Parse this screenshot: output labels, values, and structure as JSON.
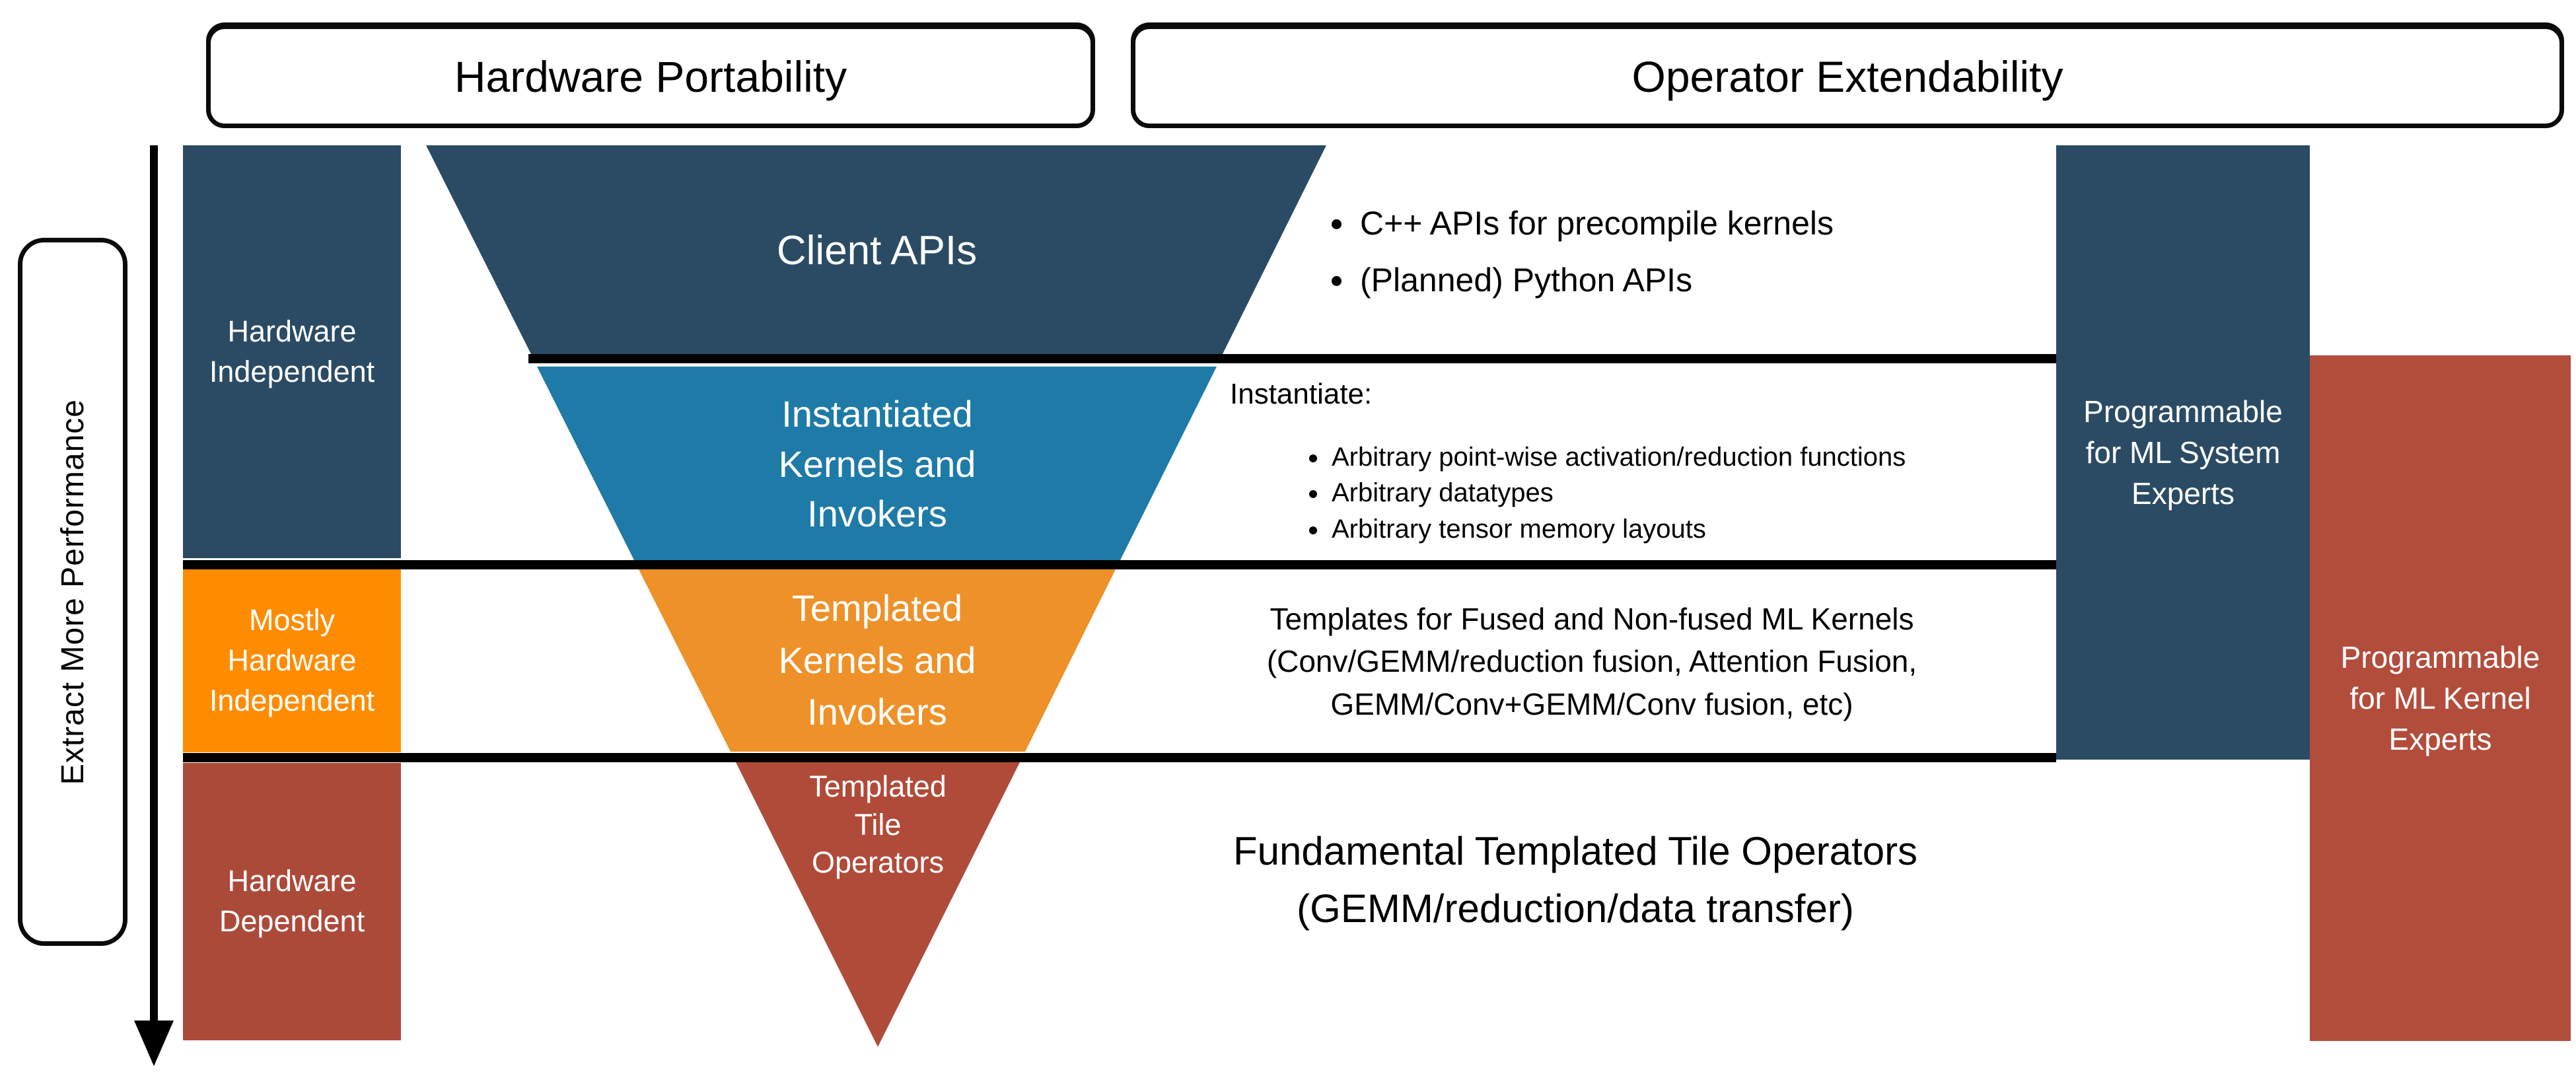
{
  "headers": {
    "portability": "Hardware Portability",
    "extendability": "Operator Extendability"
  },
  "performance_axis": {
    "label": "Extract More Performance"
  },
  "left_column": {
    "hardware_independent": "Hardware\nIndependent",
    "mostly_hardware_independent": "Mostly\nHardware\nIndependent",
    "hardware_dependent": "Hardware\nDependent"
  },
  "funnel": {
    "level1": "Client APIs",
    "level2": "Instantiated\nKernels and\nInvokers",
    "level3": "Templated\nKernels and\nInvokers",
    "level4": "Templated\nTile\nOperators"
  },
  "annotations": {
    "client_api_bullets": [
      "C++ APIs for precompile kernels",
      "(Planned) Python APIs"
    ],
    "instantiate": {
      "heading": "Instantiate:",
      "bullets": [
        "Arbitrary point-wise activation/reduction functions",
        "Arbitrary datatypes",
        "Arbitrary tensor memory layouts"
      ]
    },
    "templates_text": "Templates for Fused and Non-fused ML Kernels\n(Conv/GEMM/reduction fusion, Attention Fusion,\nGEMM/Conv+GEMM/Conv fusion, etc)",
    "fundamental_text": "Fundamental Templated Tile Operators\n(GEMM/reduction/data transfer)"
  },
  "right_boxes": {
    "ml_system": "Programmable\nfor ML System\nExperts",
    "ml_kernel": "Programmable\nfor ML Kernel\nExperts"
  },
  "colors": {
    "navy": "#2A4B63",
    "teal": "#1E7AA6",
    "funnel_orange": "#EE9128",
    "column_orange": "#FF8C00",
    "brick_red": "#AC4A3A",
    "line_black": "#000000"
  }
}
